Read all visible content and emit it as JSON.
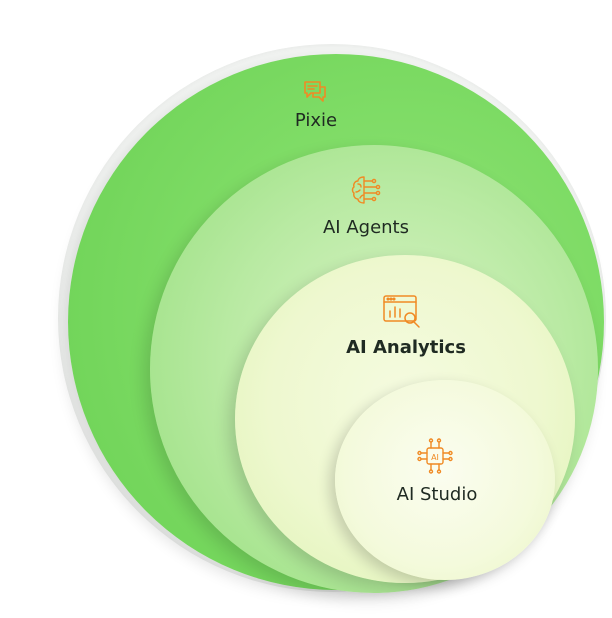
{
  "diagram": {
    "rings": [
      {
        "label": "Pixie",
        "icon": "chat-bubbles-icon"
      },
      {
        "label": "AI Agents",
        "icon": "ai-brain-icon"
      },
      {
        "label": "AI Analytics",
        "icon": "analytics-dashboard-icon"
      },
      {
        "label": "AI Studio",
        "icon": "ai-chip-icon"
      }
    ],
    "colors": {
      "outer_ring": "#7fdc66",
      "second_ring": "#b9eaa3",
      "third_ring": "#eef8cf",
      "inner_ring": "#f4fadc",
      "icon": "#f08a24",
      "text": "#1f2a22"
    }
  }
}
